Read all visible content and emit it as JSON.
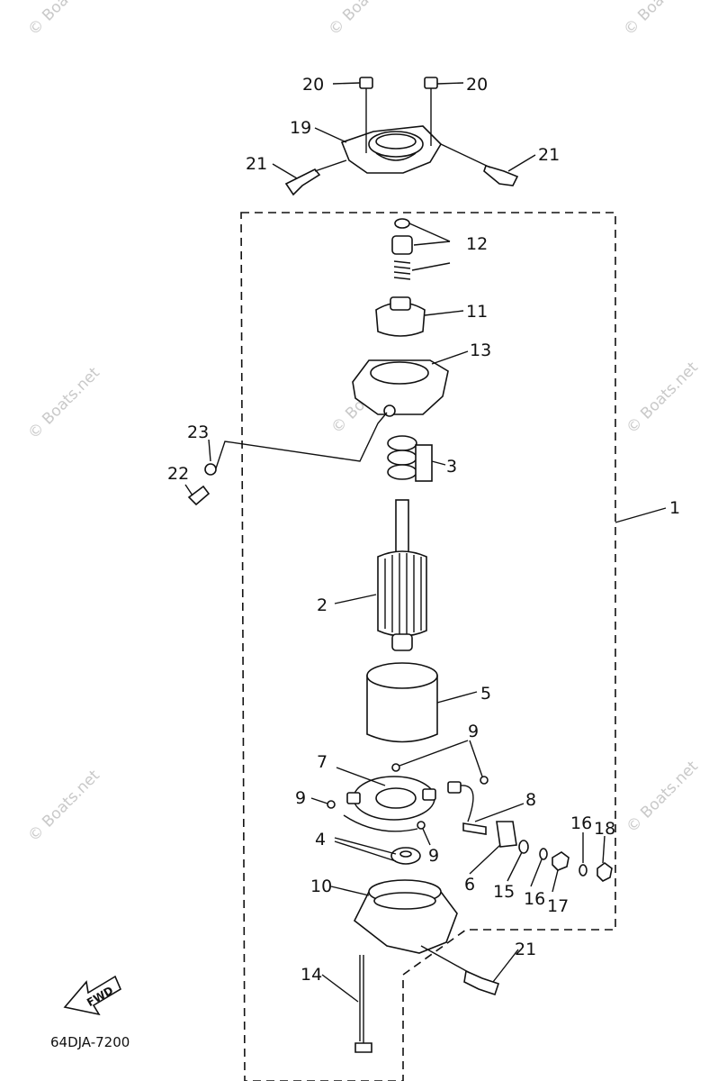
{
  "diagram": {
    "code": "64DJA-7200",
    "fwd_label": "FWD",
    "watermark": "© Boats.net",
    "callouts": [
      "20",
      "20",
      "19",
      "21",
      "21",
      "12",
      "11",
      "13",
      "23",
      "22",
      "3",
      "1",
      "2",
      "5",
      "9",
      "7",
      "9",
      "8",
      "9",
      "4",
      "6",
      "15",
      "16",
      "17",
      "16",
      "18",
      "10",
      "21",
      "14"
    ]
  }
}
